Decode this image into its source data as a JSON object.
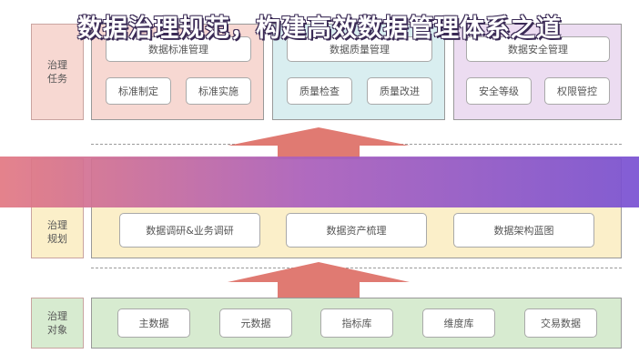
{
  "side_labels": {
    "tasks": [
      "治理",
      "任务"
    ],
    "planning": [
      "治理",
      "规划"
    ],
    "objects": [
      "治理",
      "对象"
    ]
  },
  "tasks": {
    "groups": [
      {
        "title": "数据标准管理",
        "items": [
          "标准制定",
          "标准实施"
        ]
      },
      {
        "title": "数据质量管理",
        "items": [
          "质量检查",
          "质量改进"
        ]
      },
      {
        "title": "数据安全管理",
        "items": [
          "安全等级",
          "权限管控"
        ]
      }
    ]
  },
  "planning": {
    "items": [
      "数据调研&业务调研",
      "数据资产梳理",
      "数据架构蓝图"
    ]
  },
  "objects": {
    "items": [
      "主数据",
      "元数据",
      "指标库",
      "维度库",
      "交易数据"
    ]
  },
  "banner": {
    "title": "数据治理规范，构建高效数据管理体系之道"
  },
  "colors": {
    "tasks_group_1": "#f7d8d2",
    "tasks_group_2": "#d9eef0",
    "tasks_group_3": "#ecdcf1",
    "planning_bg": "#fbefc9",
    "objects_bg": "#d7ebd0",
    "arrow": "#e07a72",
    "banner_start": "#e27882",
    "banner_end": "#7850d2"
  }
}
